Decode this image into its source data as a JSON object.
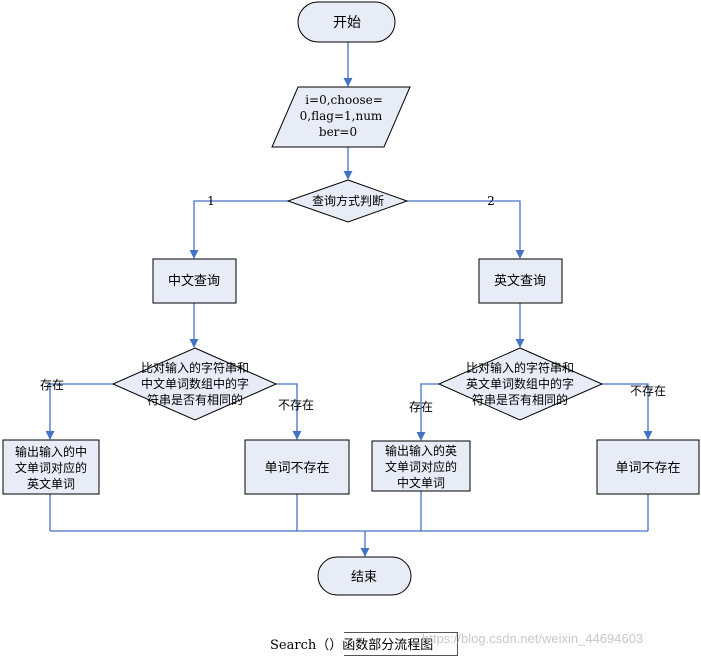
{
  "start": "开始",
  "init": [
    "i=0,choose=",
    "0,flag=1,num",
    "ber=0"
  ],
  "decision_mode": "查询方式判断",
  "branch_1": "1",
  "branch_2": "2",
  "chinese_query": "中文查询",
  "english_query": "英文查询",
  "compare_left": [
    "比对输入的字符串和",
    "中文单词数组中的字",
    "符串是否有相同的"
  ],
  "compare_right": [
    "比对输入的字符串和",
    "英文单词数组中的字",
    "符串是否有相同的"
  ],
  "exists": "存在",
  "not_exists": "不存在",
  "output_left": [
    "输出输入的中",
    "文单词对应的",
    "英文单词"
  ],
  "output_right": [
    "输出输入的英",
    "文单词对应的",
    "中文单词"
  ],
  "word_missing": "单词不存在",
  "end": "结束",
  "caption": "Search（）函数部分流程图",
  "watermark": "https://blog.csdn.net/weixin_44694603",
  "colors": {
    "fill": "#e7ecf6",
    "stroke": "#000000",
    "arrow": "#4472c4"
  }
}
